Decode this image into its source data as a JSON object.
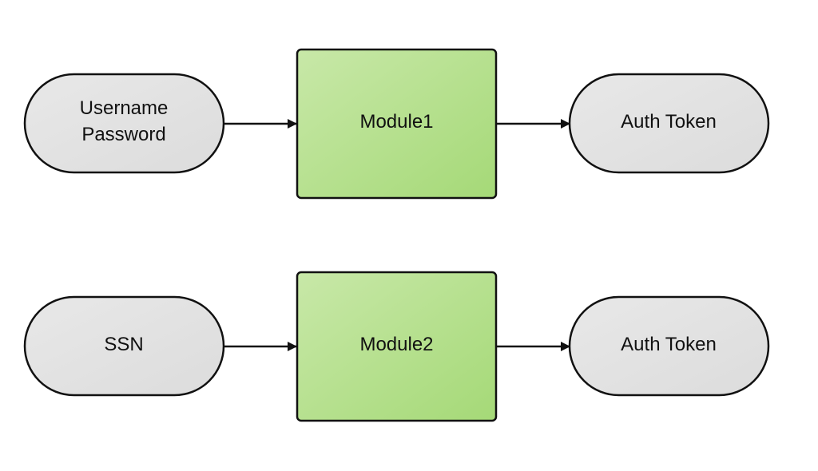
{
  "diagram": {
    "flows": [
      {
        "input": {
          "lines": [
            "Username",
            "Password"
          ]
        },
        "module": {
          "label": "Module1"
        },
        "output": {
          "label": "Auth Token"
        }
      },
      {
        "input": {
          "lines": [
            "SSN"
          ]
        },
        "module": {
          "label": "Module2"
        },
        "output": {
          "label": "Auth Token"
        }
      }
    ]
  },
  "colors": {
    "terminal_fill": "#e3e3e3",
    "module_fill_light": "#c8e8a8",
    "module_fill_dark": "#a5d977",
    "stroke": "#111111"
  }
}
